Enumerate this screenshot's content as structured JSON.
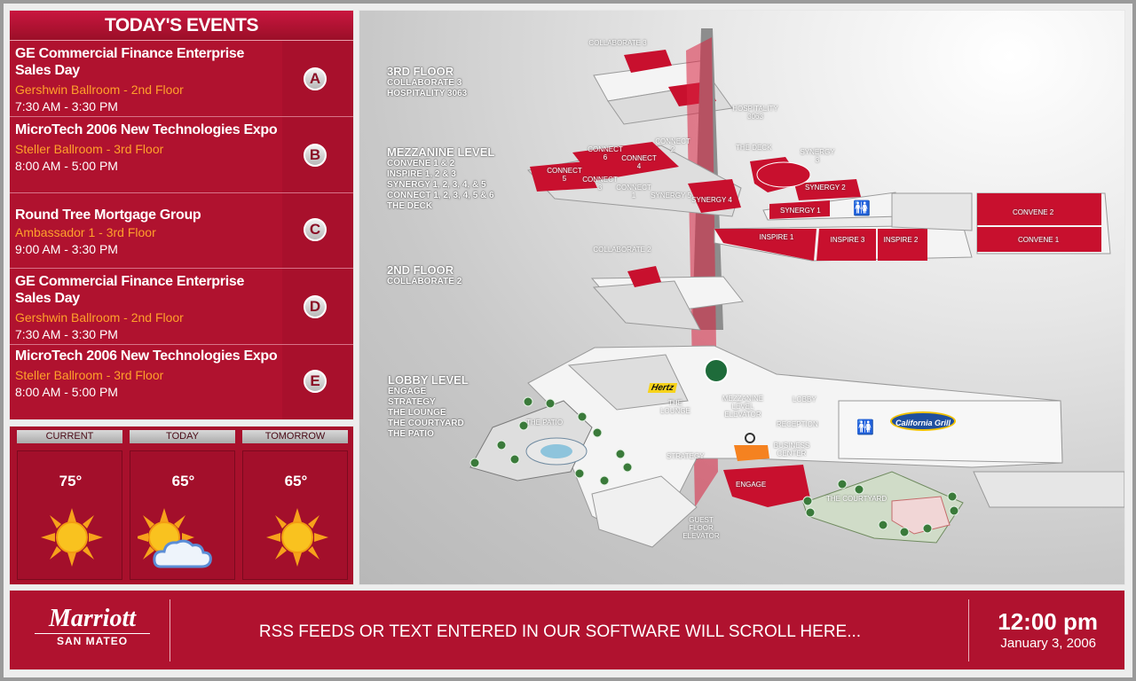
{
  "events": {
    "header": "TODAY'S EVENTS",
    "items": [
      {
        "title": "GE Commercial Finance Enterprise Sales Day",
        "location": "Gershwin Ballroom - 2nd Floor",
        "time": "7:30 AM - 3:30 PM",
        "badge": "A"
      },
      {
        "title": "MicroTech 2006 New Technologies Expo",
        "location": "Steller Ballroom - 3rd Floor",
        "time": "8:00 AM - 5:00 PM",
        "badge": "B"
      },
      {
        "title": "Round Tree Mortgage Group",
        "location": "Ambassador 1 - 3rd Floor",
        "time": "9:00 AM - 3:30 PM",
        "badge": "C"
      },
      {
        "title": "GE Commercial Finance Enterprise Sales Day",
        "location": "Gershwin Ballroom - 2nd Floor",
        "time": "7:30 AM - 3:30 PM",
        "badge": "D"
      },
      {
        "title": "MicroTech 2006 New Technologies Expo",
        "location": "Steller Ballroom - 3rd Floor",
        "time": "8:00 AM - 5:00 PM",
        "badge": "E"
      }
    ]
  },
  "weather": [
    {
      "label": "CURRENT",
      "temp": "75°",
      "icon": "sun-icon"
    },
    {
      "label": "TODAY",
      "temp": "65°",
      "icon": "sun-cloud-icon"
    },
    {
      "label": "TOMORROW",
      "temp": "65°",
      "icon": "sun-icon"
    }
  ],
  "map": {
    "floors": [
      {
        "title": "3RD FLOOR",
        "lines": [
          "COLLABORATE 3",
          "HOSPITALITY 3063"
        ]
      },
      {
        "title": "MEZZANINE LEVEL",
        "lines": [
          "CONVENE 1 & 2",
          "INSPIRE 1, 2 & 3",
          "SYNERGY 1, 2, 3, 4, & 5",
          "CONNECT 1, 2, 3, 4, 5 & 6",
          "THE DECK"
        ]
      },
      {
        "title": "2ND FLOOR",
        "lines": [
          "COLLABORATE 2"
        ]
      },
      {
        "title": "LOBBY LEVEL",
        "lines": [
          "ENGAGE",
          "STRATEGY",
          "THE LOUNGE",
          "THE COURTYARD",
          "THE PATIO"
        ]
      }
    ],
    "rooms": {
      "collaborate3": "COLLABORATE 3",
      "hospitality": "HOSPITALITY 3063",
      "deck": "THE DECK",
      "synergy3": "SYNERGY 3",
      "synergy2": "SYNERGY 2",
      "synergy1": "SYNERGY 1",
      "synergy4": "SYNERGY 4",
      "synergy5": "SYNERGY 5",
      "connect1": "CONNECT 1",
      "connect2": "CONNECT 2",
      "connect3": "CONNECT 3",
      "connect4": "CONNECT 4",
      "connect5": "CONNECT 5",
      "connect6": "CONNECT 6",
      "convene2": "CONVENE 2",
      "convene1": "CONVENE 1",
      "inspire1": "INSPIRE 1",
      "inspire3": "INSPIRE 3",
      "inspire2": "INSPIRE 2",
      "collaborate2": "COLLABORATE 2",
      "patio": "THE PATIO",
      "lounge": "THE LOUNGE",
      "mezz_elevator": "MEZZANINE LEVEL ELEVATOR",
      "lobby": "LOBBY",
      "reception": "RECEPTION",
      "business": "BUSINESS CENTER",
      "strategy": "STRATEGY",
      "engage": "ENGAGE",
      "guest_elevator": "GUEST FLOOR ELEVATOR",
      "courtyard": "THE COURTYARD",
      "hertz": "Hertz",
      "cafe": "California Grill"
    }
  },
  "footer": {
    "logo_name": "Marriott",
    "logo_sub": "SAN MATEO",
    "ticker": "RSS FEEDS OR TEXT ENTERED IN OUR SOFTWARE WILL SCROLL HERE...",
    "time": "12:00 pm",
    "date": "January 3, 2006"
  }
}
